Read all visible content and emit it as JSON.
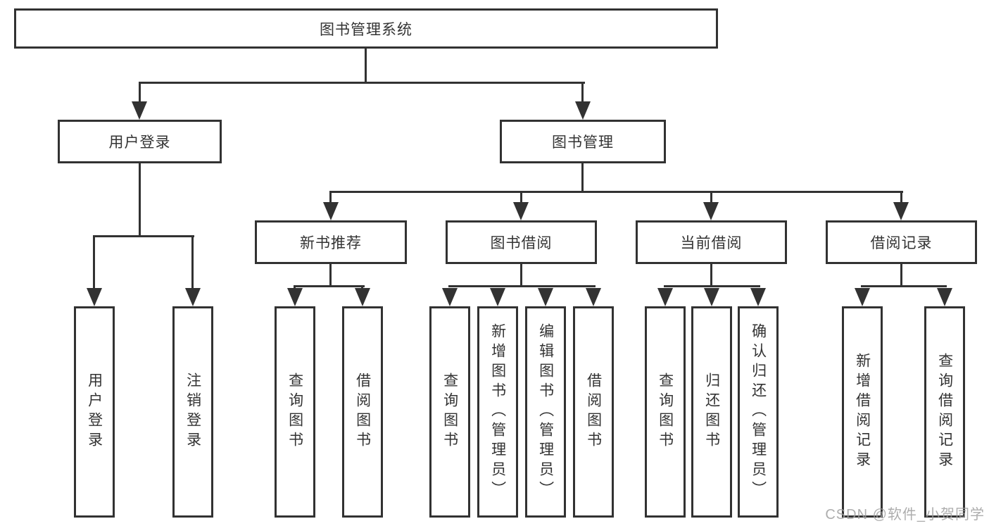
{
  "tree": {
    "root": {
      "label": "图书管理系统"
    },
    "user_login": {
      "label": "用户登录",
      "children": [
        {
          "label": "用户登录"
        },
        {
          "label": "注销登录"
        }
      ]
    },
    "book_mgmt": {
      "label": "图书管理",
      "sections": [
        {
          "label": "新书推荐",
          "children": [
            {
              "label": "查询图书"
            },
            {
              "label": "借阅图书"
            }
          ]
        },
        {
          "label": "图书借阅",
          "children": [
            {
              "label": "查询图书"
            },
            {
              "label": "新增图书（管理员）"
            },
            {
              "label": "编辑图书（管理员）"
            },
            {
              "label": "借阅图书"
            }
          ]
        },
        {
          "label": "当前借阅",
          "children": [
            {
              "label": "查询图书"
            },
            {
              "label": "归还图书"
            },
            {
              "label": "确认归还（管理员）"
            }
          ]
        },
        {
          "label": "借阅记录",
          "children": [
            {
              "label": "新增借阅记录"
            },
            {
              "label": "查询借阅记录"
            }
          ]
        }
      ]
    }
  },
  "watermark": {
    "text": "CSDN @软件_小贺同学"
  },
  "colors": {
    "line": "#323232",
    "text": "#333333",
    "watermark": "#9f9f9f",
    "background": "#ffffff"
  }
}
